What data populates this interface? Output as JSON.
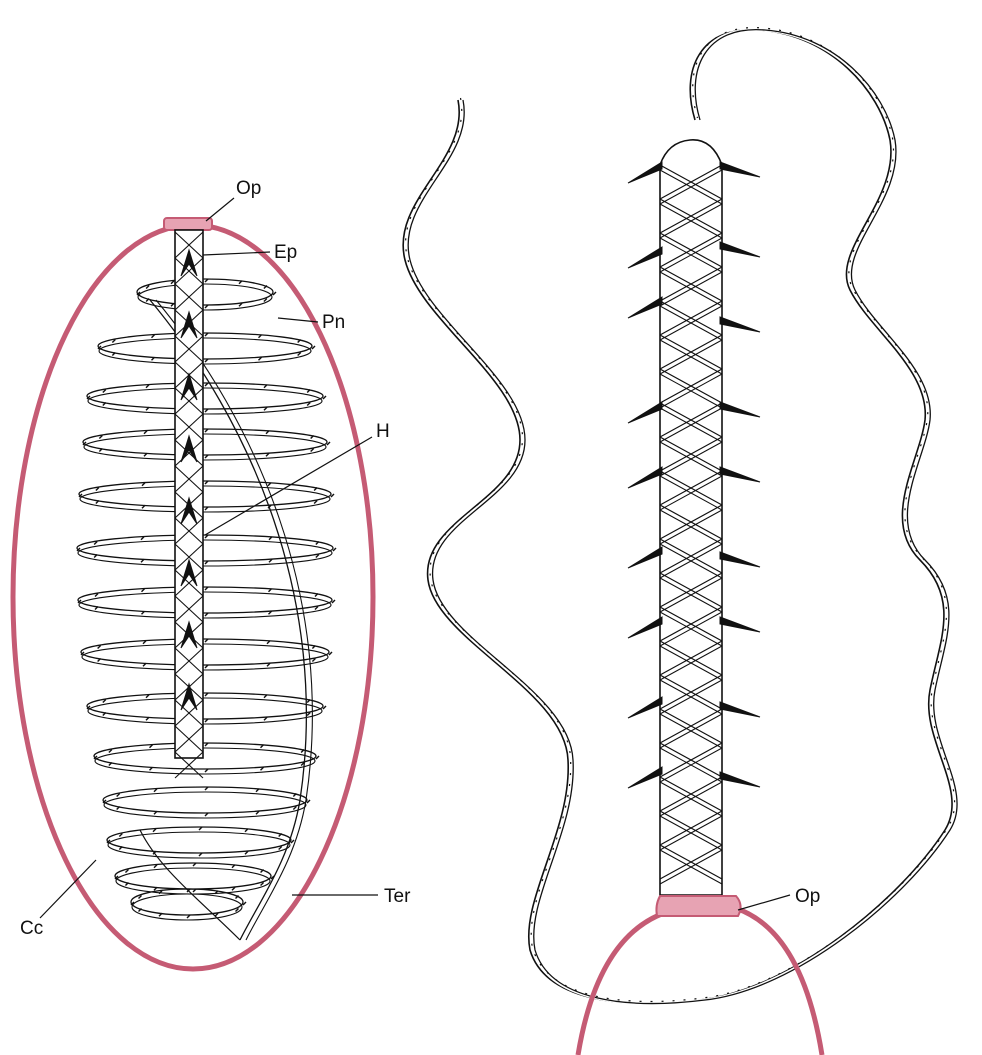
{
  "colors": {
    "capsule": "#c55b74",
    "capsule_fill": "#e7a3b3",
    "ink": "#111111",
    "background": "#ffffff"
  },
  "labels": {
    "left": {
      "op": "Op",
      "ep": "Ep",
      "pn": "Pn",
      "h": "H",
      "ter": "Ter",
      "cc": "Cc"
    },
    "right": {
      "op": "Op"
    }
  }
}
